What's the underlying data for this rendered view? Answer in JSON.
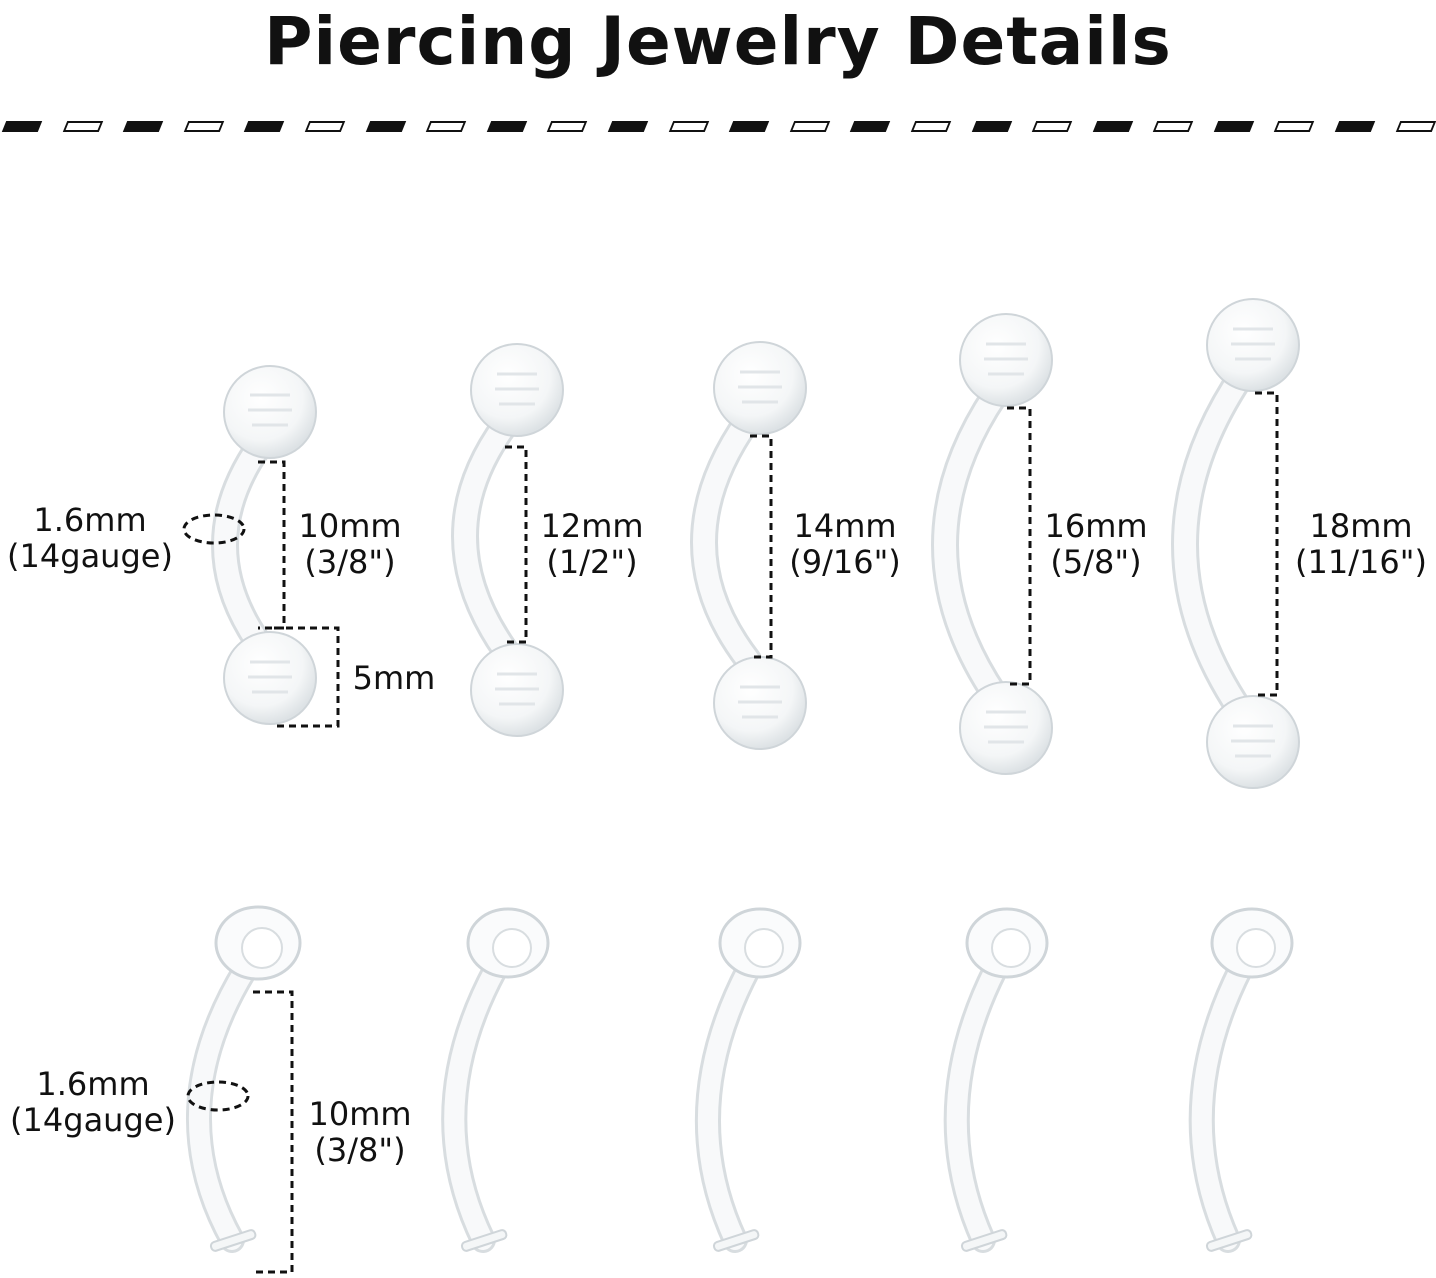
{
  "title": "Piercing Jewelry Details",
  "top_row": {
    "items": [
      {
        "length": "10mm",
        "inch": "(3/8\")"
      },
      {
        "length": "12mm",
        "inch": "(1/2\")"
      },
      {
        "length": "14mm",
        "inch": "(9/16\")"
      },
      {
        "length": "16mm",
        "inch": "(5/8\")"
      },
      {
        "length": "18mm",
        "inch": "(11/16\")"
      }
    ],
    "gauge": {
      "mm": "1.6mm",
      "gauge": "(14gauge)"
    },
    "ball_size": "5mm"
  },
  "bottom_row": {
    "gauge": {
      "mm": "1.6mm",
      "gauge": "(14gauge)"
    },
    "length": {
      "mm": "10mm",
      "inch": "(3/8\")"
    }
  },
  "colors": {
    "text": "#111111",
    "jewelry_outline": "#d6dce0",
    "background": "#ffffff"
  }
}
